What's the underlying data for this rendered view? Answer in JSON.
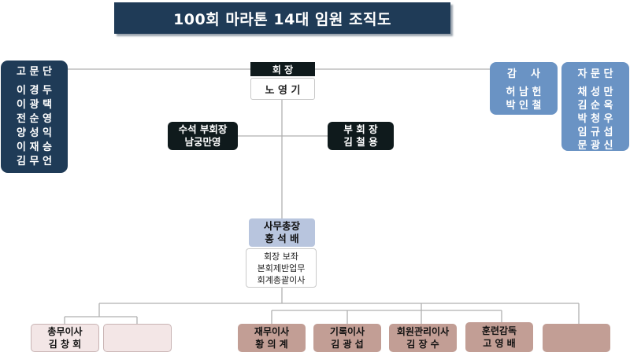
{
  "title": "100회 마라톤 14대 임원 조직도",
  "advisors": {
    "heading": "고 문 단",
    "members": [
      "이 경 두",
      "이 광 택",
      "전 순 영",
      "양 성 익",
      "이 재 승",
      "김 무 언"
    ]
  },
  "president": {
    "label": "회 장",
    "name": "노 영 기"
  },
  "auditors": {
    "heading": "감    사",
    "members": [
      "허 남 헌",
      "박 인 철"
    ]
  },
  "counselors": {
    "heading": "자 문 단",
    "members": [
      "채 성 만",
      "김 순 옥",
      "박 청 우",
      "임 규 섭",
      "문 광 신"
    ]
  },
  "senior_vp": {
    "label": "수석 부회장",
    "name": "남궁만영"
  },
  "vp": {
    "label": "부 회 장",
    "name": "김 철 용"
  },
  "secretary_general": {
    "label": "사무총장",
    "name": "홍 석 배",
    "duties": [
      "회장 보좌",
      "본회제반업무",
      "회계총괄이사"
    ]
  },
  "directors": [
    {
      "label": "총무이사",
      "name": "김 창 회"
    },
    {
      "label": "",
      "name": ""
    },
    {
      "label": "재무이사",
      "name": "황 의 계"
    },
    {
      "label": "기록이사",
      "name": "김 광 섭"
    },
    {
      "label": "회원관리이사",
      "name": "김 장 수"
    },
    {
      "label": "훈련감독",
      "name": "고 영 배"
    },
    {
      "label": "",
      "name": ""
    }
  ]
}
